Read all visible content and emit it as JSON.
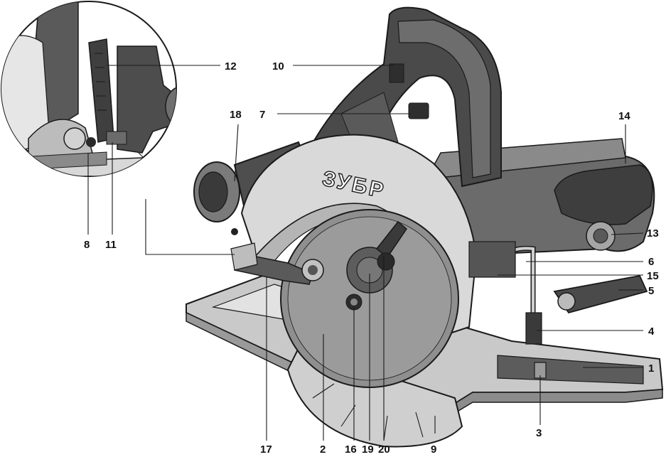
{
  "brand_mark": "ЗУБР",
  "callouts": [
    {
      "id": "c1",
      "number": "1"
    },
    {
      "id": "c2",
      "number": "2"
    },
    {
      "id": "c3",
      "number": "3"
    },
    {
      "id": "c4",
      "number": "4"
    },
    {
      "id": "c5",
      "number": "5"
    },
    {
      "id": "c6",
      "number": "6"
    },
    {
      "id": "c7",
      "number": "7"
    },
    {
      "id": "c8",
      "number": "8"
    },
    {
      "id": "c9",
      "number": "9"
    },
    {
      "id": "c10",
      "number": "10"
    },
    {
      "id": "c11",
      "number": "11"
    },
    {
      "id": "c12",
      "number": "12"
    },
    {
      "id": "c13",
      "number": "13"
    },
    {
      "id": "c14",
      "number": "14"
    },
    {
      "id": "c15",
      "number": "15"
    },
    {
      "id": "c16",
      "number": "16"
    },
    {
      "id": "c17",
      "number": "17"
    },
    {
      "id": "c18",
      "number": "18"
    },
    {
      "id": "c19",
      "number": "19"
    },
    {
      "id": "c20",
      "number": "20"
    }
  ],
  "colors": {
    "housing_dark": "#4a4a4a",
    "housing_mid": "#6b6b6b",
    "guard_light": "#d6d6d6",
    "blade": "#8a8a8a",
    "base_plate": "#bfbfbf",
    "outline": "#1a1a1a"
  }
}
